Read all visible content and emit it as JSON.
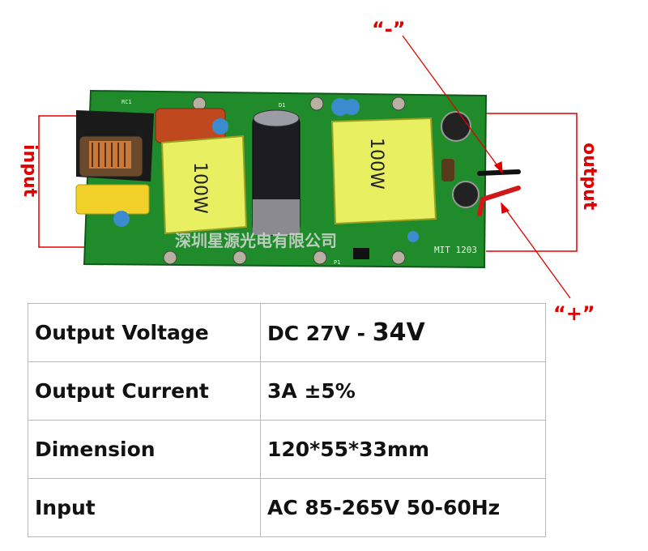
{
  "labels": {
    "input": "input",
    "output": "output",
    "minus": "“-”",
    "plus": "“+”"
  },
  "board": {
    "transformer_left": "100W",
    "transformer_right": "100W",
    "watermark": "深圳星源光电有限公司",
    "silk_model": "MIT 1203",
    "silk_rc1": "RC1",
    "silk_d1": "D1",
    "silk_p1": "P1"
  },
  "specs": [
    {
      "label": "Output Voltage",
      "value": "DC 27V - ",
      "value_big": "34V"
    },
    {
      "label": "Output Current",
      "value": "3A ±5%"
    },
    {
      "label": "Dimension",
      "value": "120*55*33mm"
    },
    {
      "label": "Input",
      "value": "AC 85-265V 50-60Hz"
    }
  ],
  "colors": {
    "pcb": "#1e8a2a",
    "annotation_red": "#e00000",
    "transformer_yellow": "#e8f060",
    "table_border": "#b9b9b9"
  }
}
